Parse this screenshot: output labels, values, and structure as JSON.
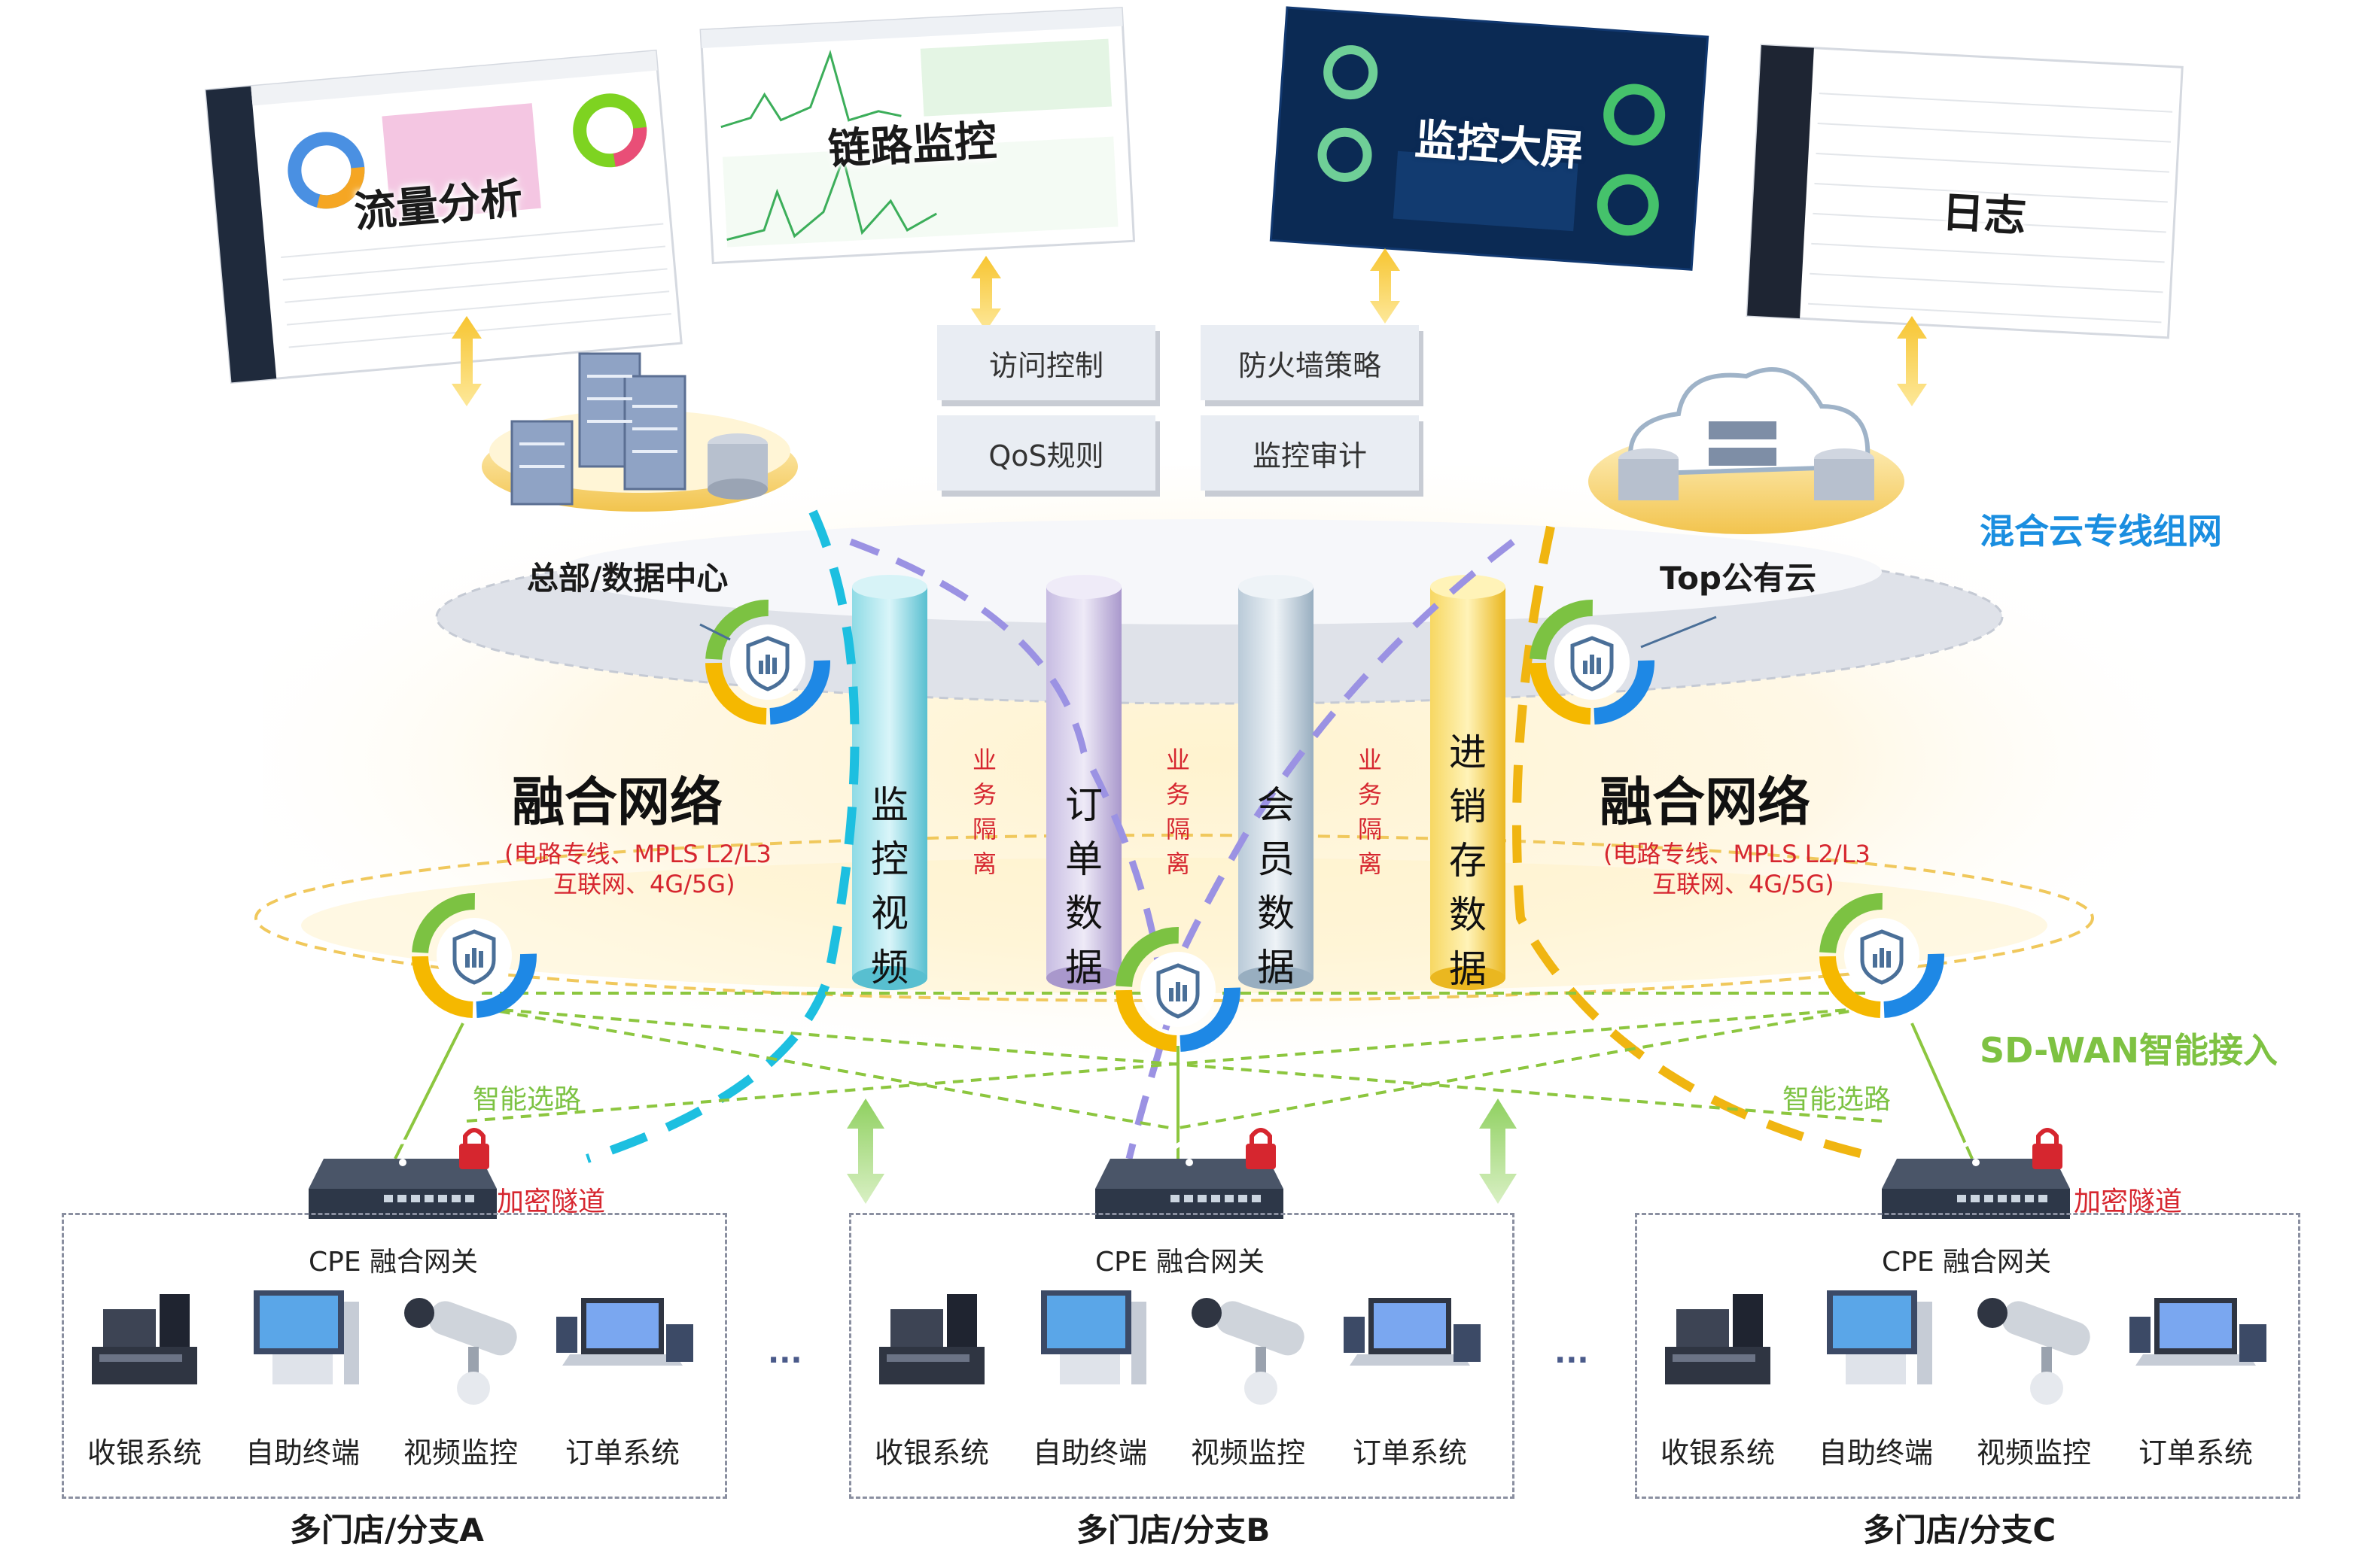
{
  "screens": {
    "traffic": "流量分析",
    "link": "链路监控",
    "bigscreen": "监控大屏",
    "logs": "日志"
  },
  "policies": [
    "访问控制",
    "防火墙策略",
    "QoS规则",
    "监控审计"
  ],
  "sites": {
    "hq": "总部/数据中心",
    "cloud": "Top公有云"
  },
  "labels": {
    "hybrid_cloud": "混合云专线组网",
    "sdwan": "SD-WAN智能接入",
    "smart_route": "智能选路",
    "encrypted_tunnel": "加密隧道",
    "cpe": "CPE 融合网关",
    "ellipsis": "···"
  },
  "fusion": {
    "title": "融合网络",
    "line1": "(电路专线、MPLS  L2/L3",
    "line2": "互联网、4G/5G)"
  },
  "pillars": [
    "监控视频",
    "订单数据",
    "会员数据",
    "进销存数据"
  ],
  "isolation": "业务隔离",
  "devices": [
    "收银系统",
    "自助终端",
    "视频监控",
    "订单系统"
  ],
  "branches": [
    "多门店/分支A",
    "多门店/分支B",
    "多门店/分支C"
  ],
  "colors": {
    "blue_title": "#1a8ee0",
    "green_title": "#7ec242",
    "red_text": "#d6262f",
    "cyan_pillar": "#5ac8d8",
    "purple_pillar": "#b8a8d8",
    "steel_pillar": "#a9bccc",
    "yellow_pillar": "#f2c230"
  }
}
